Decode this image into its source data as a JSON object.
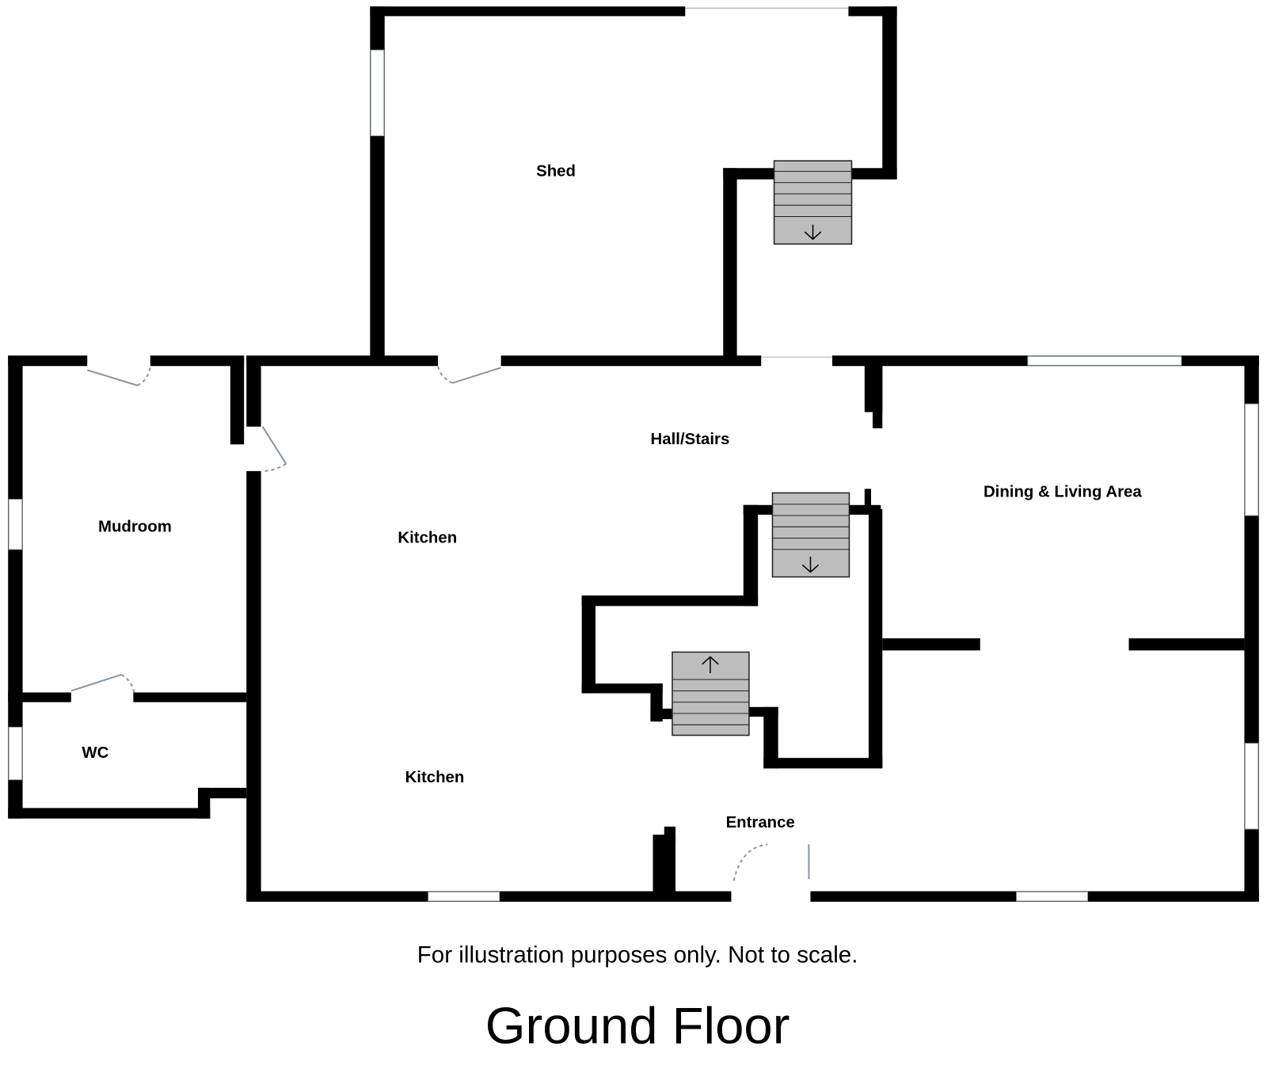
{
  "plan": {
    "rooms": {
      "shed": "Shed",
      "hall": "Hall/Stairs",
      "dining": "Dining & Living Area",
      "mudroom": "Mudroom",
      "kitchen_upper": "Kitchen",
      "kitchen_lower": "Kitchen",
      "wc": "WC",
      "entrance": "Entrance"
    },
    "disclaimer": "For illustration purposes only. Not to scale.",
    "floor_title": "Ground Floor"
  }
}
